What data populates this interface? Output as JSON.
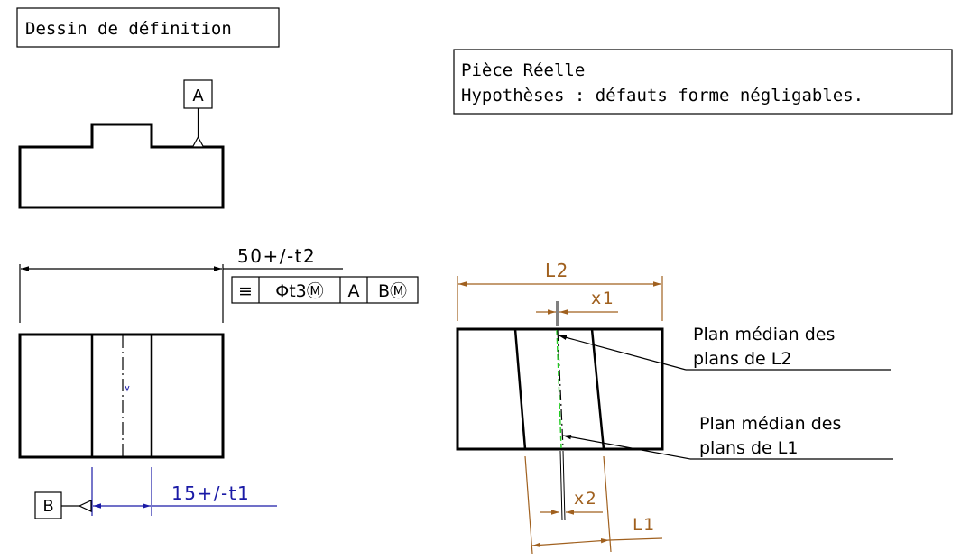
{
  "titles": {
    "definition": "Dessin de définition",
    "real_part_line1": "Pièce Réelle",
    "real_part_line2": "Hypothèses : défauts forme négligables."
  },
  "datums": {
    "A": "A",
    "B": "B"
  },
  "left_drawing": {
    "dim_width": "50+/-t2",
    "dim_slot": "15+/-t1",
    "frame_cells": [
      "≡",
      "Φt3Ⓜ",
      "A",
      "BⓂ"
    ]
  },
  "right_drawing": {
    "L2": "L2",
    "L1": "L1",
    "x1": "x1",
    "x2": "x2",
    "note1_line1": "Plan médian des",
    "note1_line2": "plans de L2",
    "note2_line1": "Plan médian des",
    "note2_line2": "plans de L1"
  },
  "colors": {
    "ink": "#000000",
    "dim_blue": "#1a1aa6",
    "dim_brown": "#a0601e",
    "median_green": "#22cc22"
  }
}
